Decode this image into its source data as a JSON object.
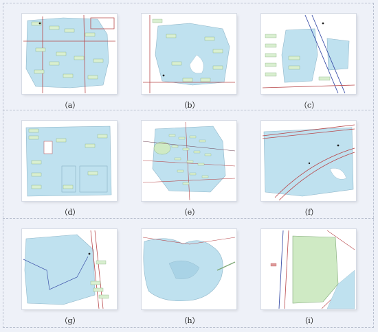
{
  "panels": [
    {
      "id": "a",
      "caption": "（a）"
    },
    {
      "id": "b",
      "caption": "（b）"
    },
    {
      "id": "c",
      "caption": "（c）"
    },
    {
      "id": "d",
      "caption": "（d）"
    },
    {
      "id": "e",
      "caption": "（e）"
    },
    {
      "id": "f",
      "caption": "（f）"
    },
    {
      "id": "g",
      "caption": "（g）"
    },
    {
      "id": "h",
      "caption": "（h）"
    },
    {
      "id": "i",
      "caption": "（i）"
    }
  ],
  "colors": {
    "water_fill": "#bfe1ef",
    "green_fill": "#cfeac4",
    "label_fill": "#d9efd0",
    "road_red": "#b8474a",
    "road_dark": "#6b3f52",
    "road_blue": "#3b4fa8"
  }
}
